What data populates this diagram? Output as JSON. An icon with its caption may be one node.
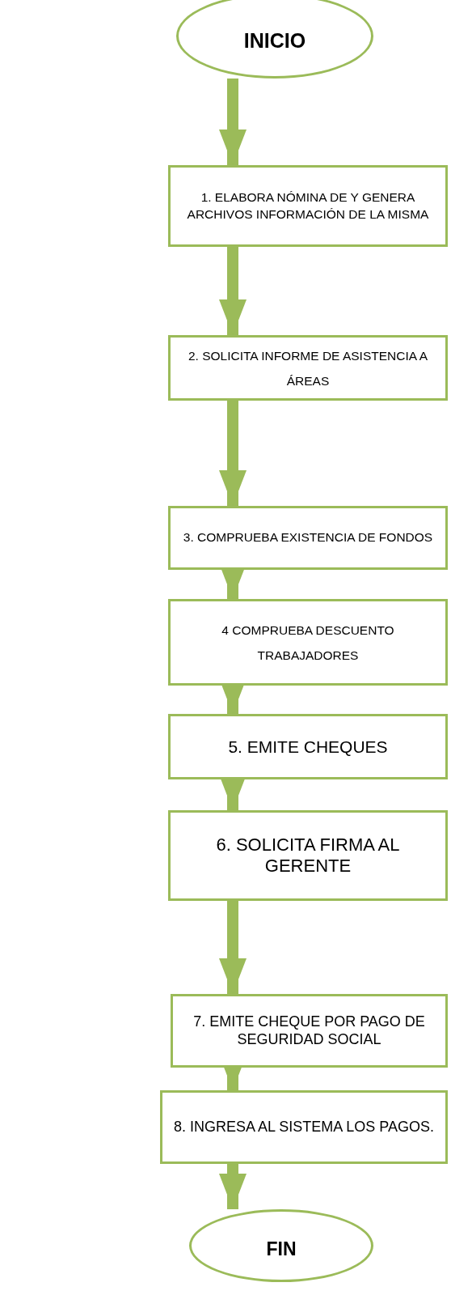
{
  "diagram": {
    "nodes": [
      {
        "text": [
          "INICIO"
        ]
      },
      {
        "text": [
          "1.  ELABORA NÓMINA DE  Y  GENERA ARCHIVOS   INFORMACIÓN DE LA MISMA"
        ]
      },
      {
        "text": [
          "2. SOLICITA INFORME DE ASISTENCIA  A ÁREAS"
        ]
      },
      {
        "text": [
          "3. COMPRUEBA EXISTENCIA DE FONDOS"
        ]
      },
      {
        "text": [
          "4 COMPRUEBA DESCUENTO TRABAJADORES"
        ]
      },
      {
        "text": [
          "5. EMITE CHEQUES"
        ]
      },
      {
        "text": [
          "6. SOLICITA FIRMA AL GERENTE"
        ]
      },
      {
        "text": [
          "7. EMITE CHEQUE POR PAGO DE SEGURIDAD SOCIAL"
        ]
      },
      {
        "text": [
          "8. INGRESA AL SISTEMA LOS PAGOS."
        ]
      },
      {
        "text": [
          "FIN"
        ]
      }
    ],
    "edges": [
      {
        "from": 0,
        "to": 1,
        "arrow": "to"
      },
      {
        "from": 1,
        "to": 2,
        "arrow": "to"
      },
      {
        "from": 2,
        "to": 3,
        "arrow": "to"
      },
      {
        "from": 3,
        "to": 4,
        "arrow": "to"
      },
      {
        "from": 4,
        "to": 5,
        "arrow": "to"
      },
      {
        "from": 5,
        "to": 6,
        "arrow": "to"
      },
      {
        "from": 6,
        "to": 7,
        "arrow": "to"
      },
      {
        "from": 7,
        "to": 8,
        "arrow": "to"
      },
      {
        "from": 8,
        "to": 9,
        "arrow": "to"
      }
    ]
  }
}
